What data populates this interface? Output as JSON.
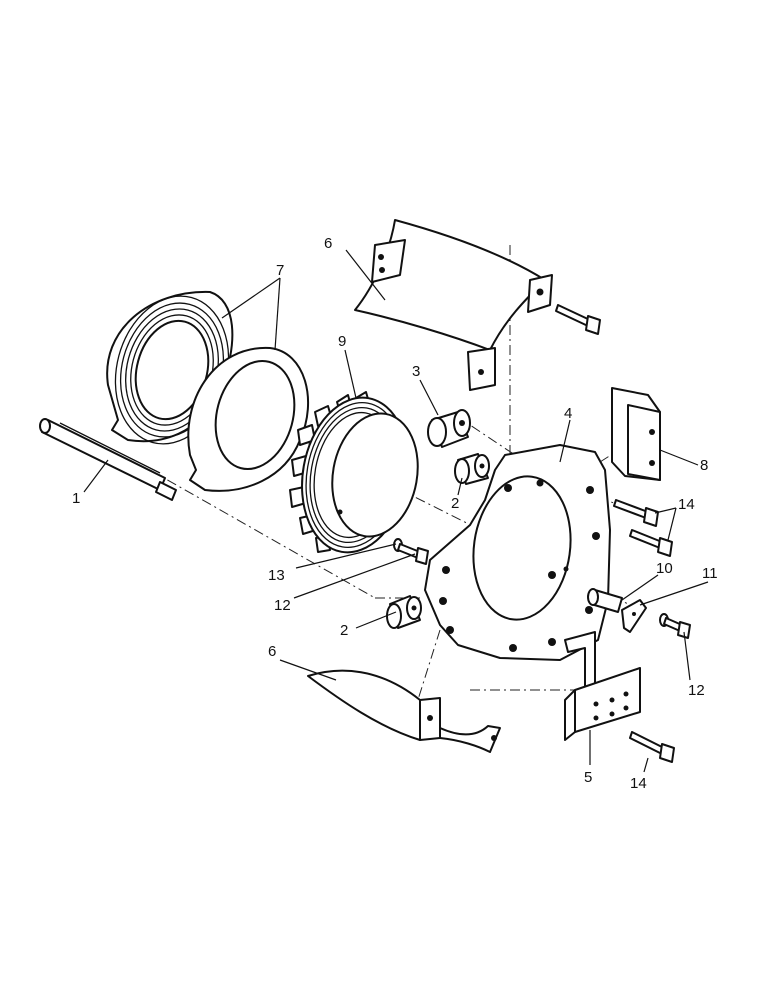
{
  "callouts": {
    "c1": "1",
    "c2a": "2",
    "c2b": "2",
    "c3": "3",
    "c4": "4",
    "c5": "5",
    "c6a": "6",
    "c6b": "6",
    "c7": "7",
    "c8": "8",
    "c9": "9",
    "c10": "10",
    "c11": "11",
    "c12a": "12",
    "c12b": "12",
    "c13": "13",
    "c14a": "14",
    "c14b": "14"
  }
}
